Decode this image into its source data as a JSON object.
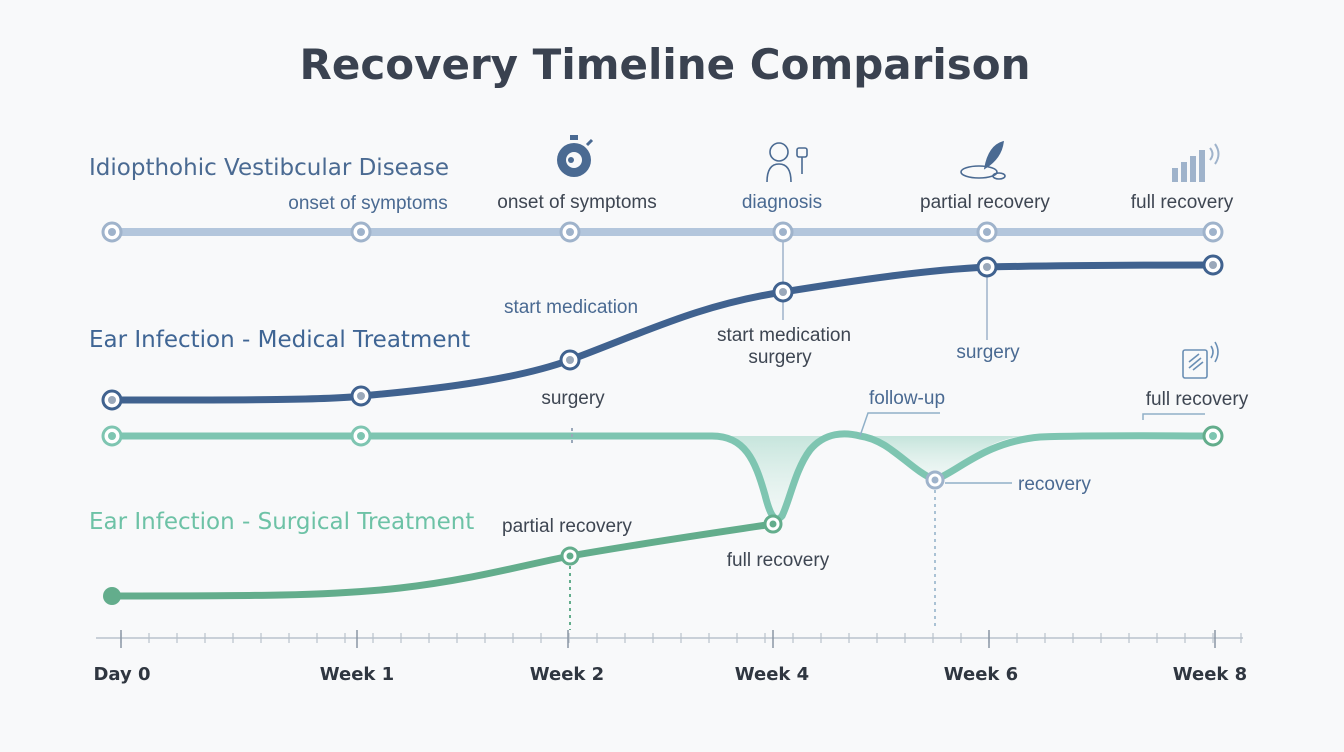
{
  "title": "Recovery Timeline Comparison",
  "rows": [
    {
      "label": "Idiopthohic Vestibcular Disease",
      "color": "#4a6a92"
    },
    {
      "label": "Ear Infection - Medical Treatment",
      "color": "#3f6594"
    },
    {
      "label": "Ear Infection - Surgical Treatment",
      "color": "#6dc2a6"
    }
  ],
  "colors": {
    "idiopathic_track": "#b3c6dc",
    "medical_line": "#40628f",
    "surgical_top": "#7ec5b1",
    "surgical_bottom": "#63ad8c",
    "marker_fill": "#9aa8ba",
    "dip_fill": "#cfe7e0"
  },
  "top_labels": [
    "onset of symptoms",
    "onset of symptoms",
    "diagnosis",
    "partial recovery",
    "full recovery"
  ],
  "medical_labels": {
    "start_medication_week2": "start medication",
    "start_medication_week4": "start medication",
    "surgery_week4": "surgery",
    "surgery_week6": "surgery"
  },
  "surgical_labels": {
    "surgery": "surgery",
    "follow_up": "follow-up",
    "full_recovery_top": "full recovery",
    "recovery": "recovery",
    "partial_recovery": "partial recovery",
    "full_recovery_mid": "full recovery"
  },
  "axis": {
    "ticks": [
      "Day 0",
      "Week 1",
      "Week 2",
      "Week 4",
      "Week 6",
      "Week 8"
    ]
  },
  "icons": [
    "stopwatch-icon",
    "doctor-consult-icon",
    "healing-leaf-icon",
    "signal-bars-icon",
    "tablet-signal-icon"
  ]
}
